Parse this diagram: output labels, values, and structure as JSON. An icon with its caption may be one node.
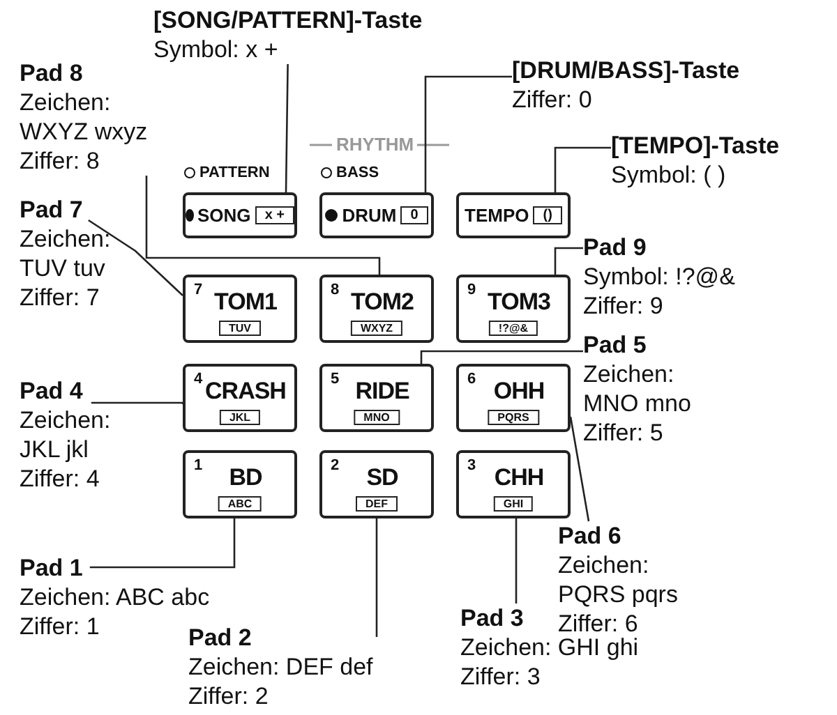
{
  "diagram": {
    "nodes": [
      {
        "text": [
          "[SONG/PATTERN]-Taste",
          "Symbol: x +"
        ]
      },
      {
        "text": [
          "Pad 8",
          "Zeichen: WXYZ wxyz",
          "Ziffer: 8"
        ]
      },
      {
        "text": [
          "[DRUM/BASS]-Taste",
          "Ziffer: 0"
        ]
      },
      {
        "text": [
          "[TEMPO]-Taste",
          "Symbol: ( )"
        ]
      },
      {
        "text": [
          "SONG",
          "x +"
        ],
        "beside": [
          "PATTERN"
        ]
      },
      {
        "text": [
          "DRUM",
          "0"
        ],
        "beside": [
          "BASS"
        ]
      },
      {
        "text": [
          "TEMPO",
          "()"
        ]
      },
      {
        "text": [
          "Pad 7",
          "Zeichen: TUV tuv",
          "Ziffer: 7"
        ]
      },
      {
        "text": [
          "Pad 9",
          "Symbol: !?@&",
          "Ziffer: 9"
        ]
      },
      {
        "text": [
          "7",
          "TOM1",
          "TUV"
        ]
      },
      {
        "text": [
          "8",
          "TOM2",
          "WXYZ"
        ]
      },
      {
        "text": [
          "9",
          "TOM3",
          "!?@&"
        ]
      },
      {
        "text": [
          "Pad 5",
          "Zeichen: MNO mno",
          "Ziffer: 5"
        ]
      },
      {
        "text": [
          "Pad 4",
          "Zeichen: JKL jkl",
          "Ziffer: 4"
        ]
      },
      {
        "text": [
          "4",
          "CRASH",
          "JKL"
        ]
      },
      {
        "text": [
          "5",
          "RIDE",
          "MNO"
        ]
      },
      {
        "text": [
          "6",
          "OHH",
          "PQRS"
        ]
      },
      {
        "text": [
          "1",
          "BD",
          "ABC"
        ]
      },
      {
        "text": [
          "2",
          "SD",
          "DEF"
        ]
      },
      {
        "text": [
          "3",
          "CHH",
          "GHI"
        ]
      },
      {
        "text": [
          "Pad 1",
          "Zeichen: ABC abc",
          "Ziffer: 1"
        ]
      },
      {
        "text": [
          "Pad 6",
          "Zeichen: PQRS pqrs",
          "Ziffer: 6"
        ]
      },
      {
        "text": [
          "Pad 3",
          "Zeichen: GHI ghi",
          "Ziffer: 3"
        ]
      },
      {
        "text": [
          "Pad 2",
          "Zeichen: DEF def",
          "Ziffer: 2"
        ]
      }
    ],
    "edges": [
      {
        "from": 0,
        "to": 4,
        "arrow": "none"
      },
      {
        "from": 1,
        "to": 10,
        "arrow": "none"
      },
      {
        "from": 2,
        "to": 5,
        "arrow": "none"
      },
      {
        "from": 3,
        "to": 6,
        "arrow": "none"
      },
      {
        "from": 8,
        "to": 11,
        "arrow": "none"
      },
      {
        "from": 7,
        "to": 9,
        "arrow": "none"
      },
      {
        "from": 12,
        "to": 15,
        "arrow": "none"
      },
      {
        "from": 13,
        "to": 14,
        "arrow": "none"
      },
      {
        "from": 21,
        "to": 16,
        "arrow": "none"
      },
      {
        "from": 20,
        "to": 17,
        "arrow": "none"
      },
      {
        "from": 23,
        "to": 18,
        "arrow": "none"
      },
      {
        "from": 22,
        "to": 19,
        "arrow": "none"
      }
    ],
    "labels": [
      "RHYTHM"
    ]
  }
}
